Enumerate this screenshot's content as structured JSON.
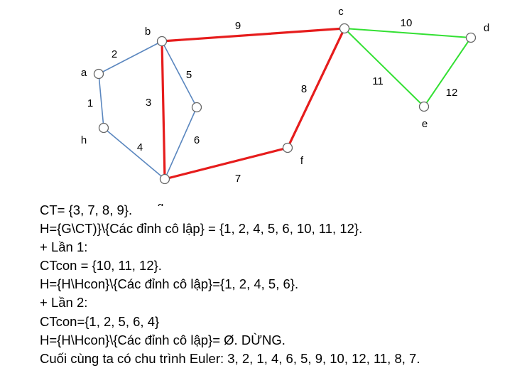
{
  "graph": {
    "vertices": [
      {
        "id": "a",
        "label": "a"
      },
      {
        "id": "b",
        "label": "b"
      },
      {
        "id": "c",
        "label": "c"
      },
      {
        "id": "d",
        "label": "d"
      },
      {
        "id": "e",
        "label": "e"
      },
      {
        "id": "f",
        "label": "f"
      },
      {
        "id": "g",
        "label": "g"
      },
      {
        "id": "h",
        "label": "h"
      },
      {
        "id": "m",
        "label": ""
      }
    ],
    "edges": [
      {
        "from": "a",
        "to": "h",
        "label": "1",
        "group": "blue"
      },
      {
        "from": "a",
        "to": "b",
        "label": "2",
        "group": "blue"
      },
      {
        "from": "b",
        "to": "g",
        "label": "3",
        "group": "red"
      },
      {
        "from": "h",
        "to": "g",
        "label": "4",
        "group": "blue"
      },
      {
        "from": "b",
        "to": "m",
        "label": "5",
        "group": "blue"
      },
      {
        "from": "m",
        "to": "g",
        "label": "6",
        "group": "blue"
      },
      {
        "from": "g",
        "to": "f",
        "label": "7",
        "group": "red"
      },
      {
        "from": "f",
        "to": "c",
        "label": "8",
        "group": "red"
      },
      {
        "from": "b",
        "to": "c",
        "label": "9",
        "group": "red"
      },
      {
        "from": "c",
        "to": "d",
        "label": "10",
        "group": "green"
      },
      {
        "from": "c",
        "to": "e",
        "label": "11",
        "group": "green"
      },
      {
        "from": "e",
        "to": "d",
        "label": "12",
        "group": "green"
      }
    ],
    "colors": {
      "blue": "#5b87bf",
      "red": "#e61c1c",
      "green": "#33e033",
      "node_fill": "#ffffff",
      "node_stroke": "#666666"
    }
  },
  "text_lines": [
    "CT= {3, 7, 8, 9}.",
    "H={G\\CT)}\\{Các đỉnh cô lập} = {1, 2, 4, 5, 6, 10, 11, 12}.",
    "+ Lần 1:",
    "CTcon = {10, 11, 12}.",
    "H={H\\Hcon}\\{Các đỉnh cô lập}={1, 2, 4, 5, 6}.",
    "+ Lần 2:",
    "CTcon={1, 2, 5, 6, 4}",
    "H={H\\Hcon}\\{Các đỉnh cô lập}= Ø. DỪNG.",
    "Cuối cùng ta có chu trình Euler: 3, 2, 1, 4, 6, 5, 9, 10, 12, 11, 8, 7."
  ]
}
